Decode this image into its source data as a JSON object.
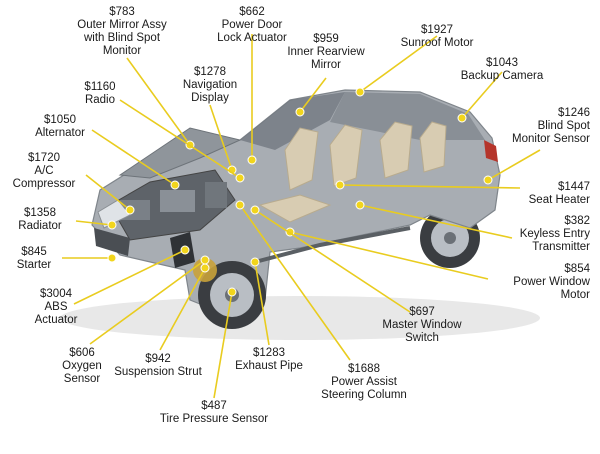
{
  "colors": {
    "leader": "#e9cc1f",
    "dot": "#f2d51c",
    "body": "#a8adb3",
    "glass": "#6f767d",
    "interior": "#d8ccb2",
    "wheel": "#3a3d41",
    "rim": "#b9bec4"
  },
  "parts": [
    {
      "id": "outer-mirror",
      "price": "$783",
      "name": [
        "Outer Mirror Assy",
        "with Blind Spot",
        "Monitor"
      ]
    },
    {
      "id": "door-lock",
      "price": "$662",
      "name": [
        "Power Door",
        "Lock Actuator"
      ]
    },
    {
      "id": "rearview-mirror",
      "price": "$959",
      "name": [
        "Inner Rearview",
        "Mirror"
      ]
    },
    {
      "id": "sunroof-motor",
      "price": "$1927",
      "name": [
        "Sunroof Motor"
      ]
    },
    {
      "id": "navigation",
      "price": "$1278",
      "name": [
        "Navigation",
        "Display"
      ]
    },
    {
      "id": "backup-camera",
      "price": "$1043",
      "name": [
        "Backup Camera"
      ]
    },
    {
      "id": "radio",
      "price": "$1160",
      "name": [
        "Radio"
      ]
    },
    {
      "id": "blind-spot-sensor",
      "price": "$1246",
      "name": [
        "Blind Spot",
        "Monitor Sensor"
      ]
    },
    {
      "id": "alternator",
      "price": "$1050",
      "name": [
        "Alternator"
      ]
    },
    {
      "id": "ac-compressor",
      "price": "$1720",
      "name": [
        "A/C",
        "Compressor"
      ]
    },
    {
      "id": "seat-heater",
      "price": "$1447",
      "name": [
        "Seat Heater"
      ]
    },
    {
      "id": "radiator",
      "price": "$1358",
      "name": [
        "Radiator"
      ]
    },
    {
      "id": "keyless-entry",
      "price": "$382",
      "name": [
        "Keyless Entry",
        "Transmitter"
      ]
    },
    {
      "id": "starter",
      "price": "$845",
      "name": [
        "Starter"
      ]
    },
    {
      "id": "power-window-motor",
      "price": "$854",
      "name": [
        "Power Window",
        "Motor"
      ]
    },
    {
      "id": "abs-actuator",
      "price": "$3004",
      "name": [
        "ABS",
        "Actuator"
      ]
    },
    {
      "id": "master-window-switch",
      "price": "$697",
      "name": [
        "Master Window",
        "Switch"
      ]
    },
    {
      "id": "oxygen-sensor",
      "price": "$606",
      "name": [
        "Oxygen",
        "Sensor"
      ]
    },
    {
      "id": "suspension-strut",
      "price": "$942",
      "name": [
        "Suspension Strut"
      ]
    },
    {
      "id": "exhaust-pipe",
      "price": "$1283",
      "name": [
        "Exhaust Pipe"
      ]
    },
    {
      "id": "steering-column",
      "price": "$1688",
      "name": [
        "Power Assist",
        "Steering Column"
      ]
    },
    {
      "id": "tire-pressure-sensor",
      "price": "$487",
      "name": [
        "Tire Pressure Sensor"
      ]
    }
  ]
}
